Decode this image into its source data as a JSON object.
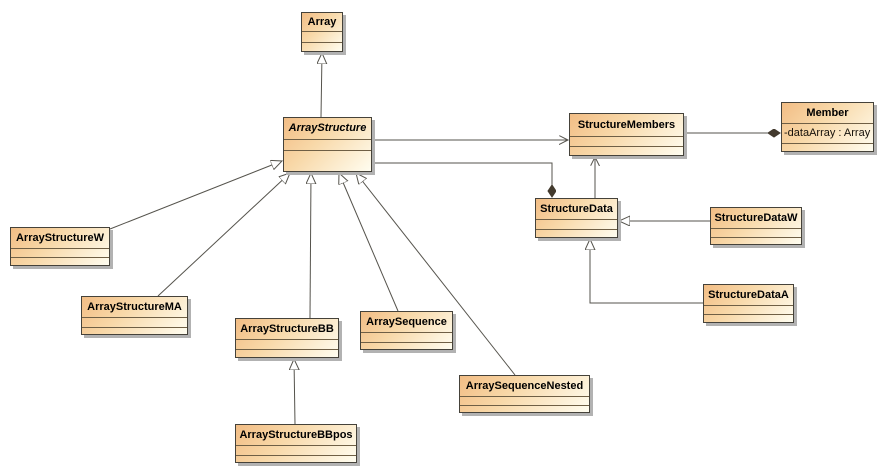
{
  "diagram": {
    "kind": "uml-class-diagram",
    "classes": [
      {
        "id": "array",
        "name": "Array",
        "abstract": false,
        "attributes": []
      },
      {
        "id": "arrayStructure",
        "name": "ArrayStructure",
        "abstract": true,
        "attributes": []
      },
      {
        "id": "structureMembers",
        "name": "StructureMembers",
        "abstract": false,
        "attributes": []
      },
      {
        "id": "member",
        "name": "Member",
        "abstract": false,
        "attributes": [
          "-dataArray : Array"
        ]
      },
      {
        "id": "structureData",
        "name": "StructureData",
        "abstract": false,
        "attributes": []
      },
      {
        "id": "structureDataW",
        "name": "StructureDataW",
        "abstract": false,
        "attributes": []
      },
      {
        "id": "structureDataA",
        "name": "StructureDataA",
        "abstract": false,
        "attributes": []
      },
      {
        "id": "arrayStructureW",
        "name": "ArrayStructureW",
        "abstract": false,
        "attributes": []
      },
      {
        "id": "arrayStructureMA",
        "name": "ArrayStructureMA",
        "abstract": false,
        "attributes": []
      },
      {
        "id": "arrayStructureBB",
        "name": "ArrayStructureBB",
        "abstract": false,
        "attributes": []
      },
      {
        "id": "arraySequence",
        "name": "ArraySequence",
        "abstract": false,
        "attributes": []
      },
      {
        "id": "arraySequenceNested",
        "name": "ArraySequenceNested",
        "abstract": false,
        "attributes": []
      },
      {
        "id": "arrayStructureBBpos",
        "name": "ArrayStructureBBpos",
        "abstract": false,
        "attributes": []
      }
    ],
    "relationships": [
      {
        "from": "ArrayStructure",
        "to": "Array",
        "type": "generalization"
      },
      {
        "from": "ArrayStructureW",
        "to": "ArrayStructure",
        "type": "generalization"
      },
      {
        "from": "ArrayStructureMA",
        "to": "ArrayStructure",
        "type": "generalization"
      },
      {
        "from": "ArrayStructureBB",
        "to": "ArrayStructure",
        "type": "generalization"
      },
      {
        "from": "ArraySequence",
        "to": "ArrayStructure",
        "type": "generalization"
      },
      {
        "from": "ArraySequenceNested",
        "to": "ArrayStructure",
        "type": "generalization"
      },
      {
        "from": "ArrayStructureBBpos",
        "to": "ArrayStructureBB",
        "type": "generalization"
      },
      {
        "from": "StructureDataW",
        "to": "StructureData",
        "type": "generalization"
      },
      {
        "from": "StructureDataA",
        "to": "StructureData",
        "type": "generalization"
      },
      {
        "from": "ArrayStructure",
        "to": "StructureMembers",
        "type": "association"
      },
      {
        "from": "StructureData",
        "to": "StructureMembers",
        "type": "association"
      },
      {
        "from": "ArrayStructure",
        "to": "StructureData",
        "type": "composition"
      },
      {
        "from": "StructureMembers",
        "to": "Member",
        "type": "composition"
      }
    ],
    "colors": {
      "box_fill_start": "#f2bd85",
      "box_fill_end": "#fffdf0",
      "box_border": "#45423a",
      "separator": "#6f5f45",
      "line": "#55534c",
      "shadow": "#b2b2b2",
      "text": "#000000"
    }
  }
}
